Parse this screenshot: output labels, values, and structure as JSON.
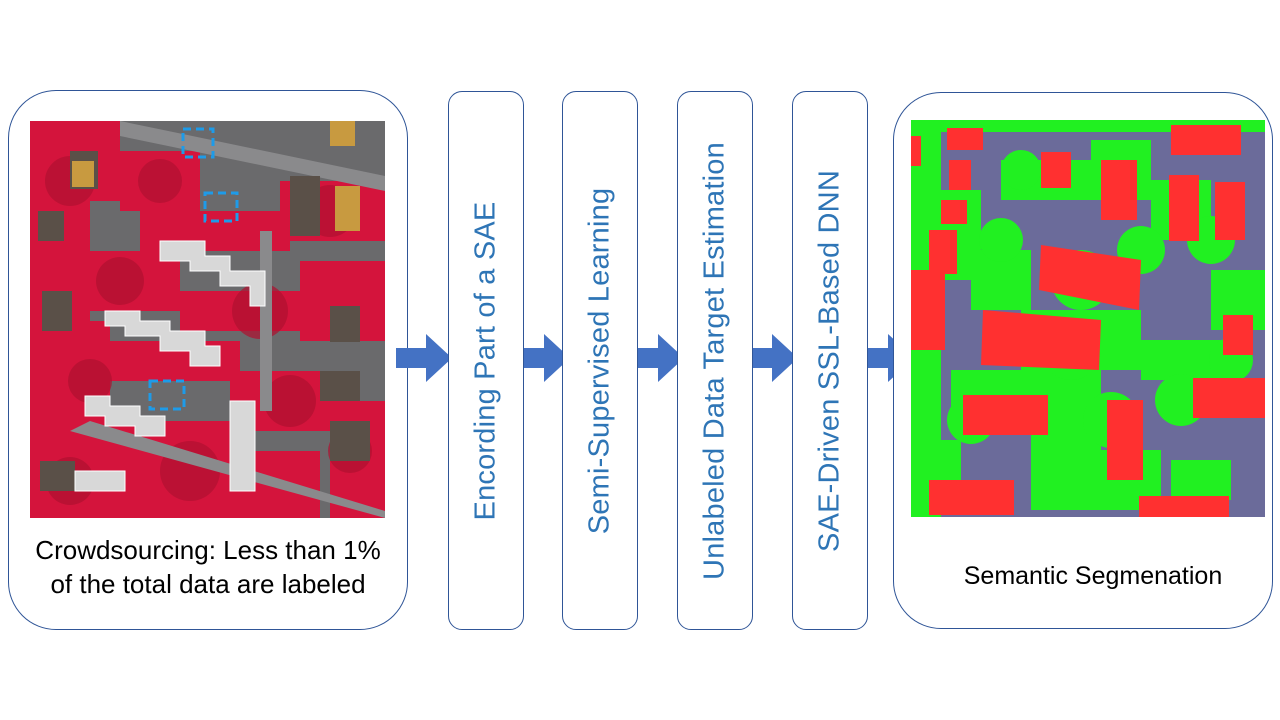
{
  "input": {
    "caption_line1": "Crowdsourcing: Less than 1%",
    "caption_line2": "of the total data are labeled"
  },
  "stages": [
    {
      "label": "Encording Part of a SAE"
    },
    {
      "label": "Semi-Supervised Learning"
    },
    {
      "label": "Unlabeled Data Target Estimation"
    },
    {
      "label": "SAE-Driven SSL-Based DNN"
    }
  ],
  "output": {
    "caption": "Semantic Segmenation"
  },
  "colors": {
    "border": "#2f5597",
    "stage_text": "#2e75b6",
    "arrow": "#4472c4",
    "vegetation_ir": "#d4143c",
    "seg_building": "#ff3030",
    "seg_vegetation": "#21f021",
    "seg_ground": "#6b6b9a",
    "label_box": "#1e9be8"
  }
}
